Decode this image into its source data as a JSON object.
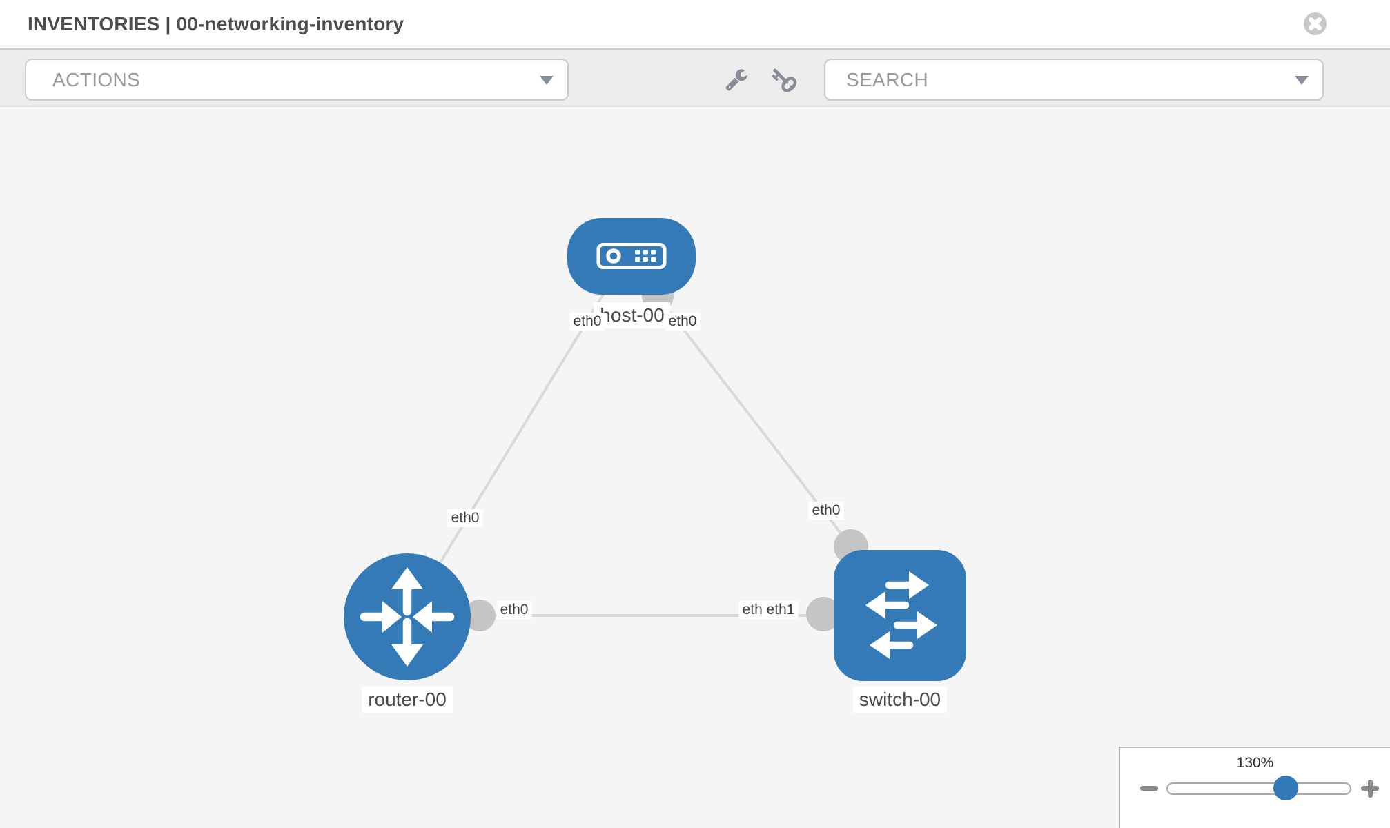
{
  "header": {
    "title": "INVENTORIES | 00-networking-inventory"
  },
  "toolbar": {
    "actions_placeholder": "ACTIONS",
    "search_placeholder": "SEARCH",
    "icons": [
      "wrench-icon",
      "key-icon"
    ]
  },
  "canvas": {
    "nodes": [
      {
        "label": "host-00",
        "type": "host",
        "shape": "rounded-rect"
      },
      {
        "label": "router-00",
        "type": "router",
        "shape": "circle"
      },
      {
        "label": "switch-00",
        "type": "switch",
        "shape": "rounded-square"
      }
    ],
    "links": [
      {
        "from": "host-00",
        "to": "router-00",
        "from_label": "eth0",
        "to_label": "eth0"
      },
      {
        "from": "host-00",
        "to": "switch-00",
        "from_label": "eth0",
        "to_label": "eth0"
      },
      {
        "from": "router-00",
        "to": "switch-00",
        "from_label": "eth0",
        "to_label": "eth1",
        "occluded_label": "eth0"
      }
    ],
    "colors": {
      "node_fill": "#337ab7",
      "link": "#d9d9d9",
      "port": "#c5c5c5",
      "canvas_bg": "#f5f5f5"
    }
  },
  "zoom_panel": {
    "zoom_level": "130%",
    "icons": [
      "zoom-out-icon",
      "zoom-in-icon"
    ]
  },
  "icons": {
    "close": "circle-x-icon",
    "dropdowns": "chevron-down-icon"
  }
}
